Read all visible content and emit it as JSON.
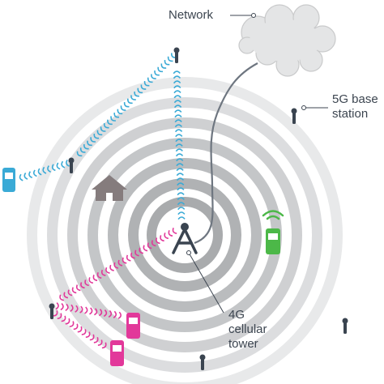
{
  "labels": {
    "network": "Network",
    "base_station": "5G base\nstation",
    "cellular_tower": "4G\ncellular\ntower"
  },
  "colors": {
    "ring_dark": "#a9acae",
    "ring_light": "#e6e7e8",
    "tower": "#3a4450",
    "cloud": "#e4e5e6",
    "cloud_outline": "#c9cacb",
    "cable": "#6e7680",
    "signal_blue": "#3aaad6",
    "signal_pink": "#e2389a",
    "device_blue": "#3aaad6",
    "device_pink": "#e2389a",
    "device_green": "#4cb848",
    "house": "#857c7d"
  },
  "icons": [
    "cloud-icon",
    "tower-icon",
    "house-icon",
    "phone-icon",
    "small-cell-icon",
    "wifi-signal-icon"
  ]
}
